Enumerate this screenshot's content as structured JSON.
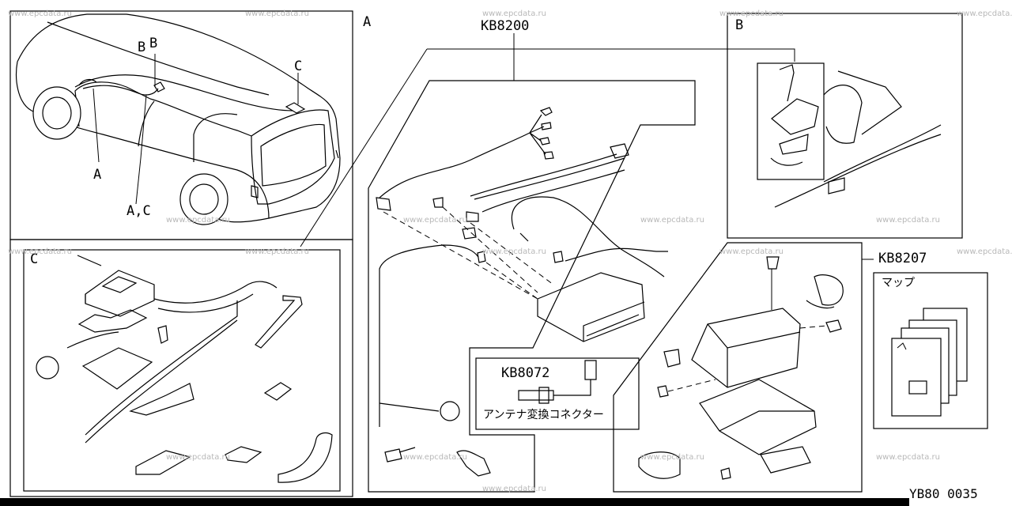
{
  "panels": {
    "car_callouts": [
      "B",
      "B",
      "C",
      "A",
      "A,C"
    ],
    "panel_a_label": "A",
    "panel_b_label": "B",
    "panel_c_label": "C"
  },
  "parts": {
    "kb8200": "KB8200",
    "kb8072": "KB8072",
    "kb8072_desc": "アンテナ変換コネクター",
    "kb8207": "KB8207",
    "map_label": "マップ"
  },
  "footer": {
    "code": "YB80 0035"
  },
  "watermark": "www.epcdata.ru",
  "colors": {
    "line": "#000000",
    "watermark": "#b8b8b8",
    "background": "#ffffff"
  }
}
